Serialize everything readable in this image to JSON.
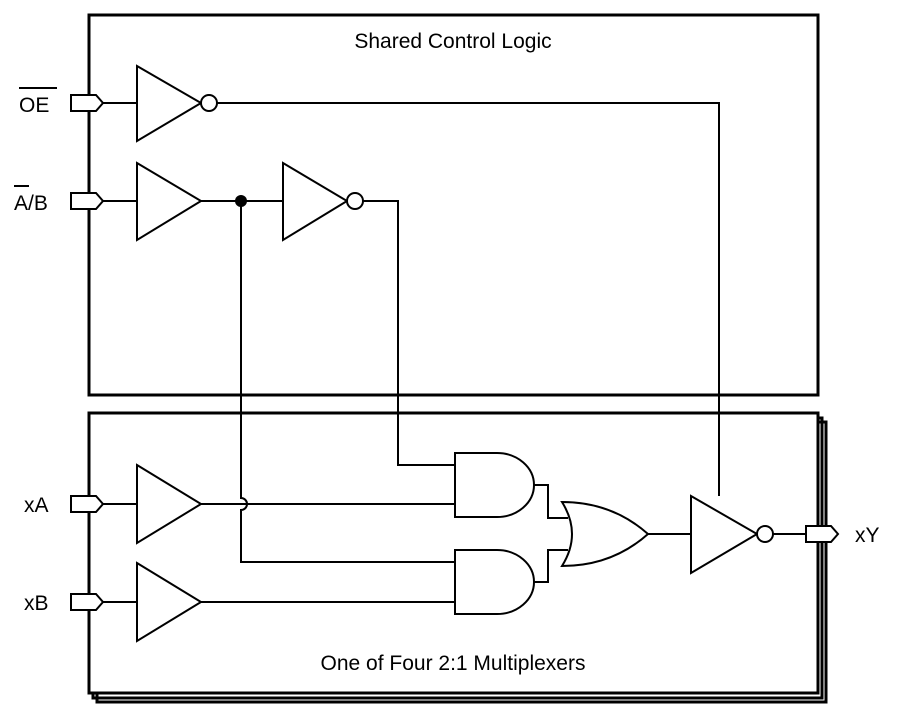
{
  "diagram": {
    "top_block_title": "Shared Control Logic",
    "bottom_block_title": "One of Four 2:1 Multiplexers",
    "inputs": {
      "oe": "OE",
      "ab_a": "A",
      "ab_rest": "/B",
      "xa": "xA",
      "xb": "xB"
    },
    "outputs": {
      "xy": "xY"
    }
  }
}
